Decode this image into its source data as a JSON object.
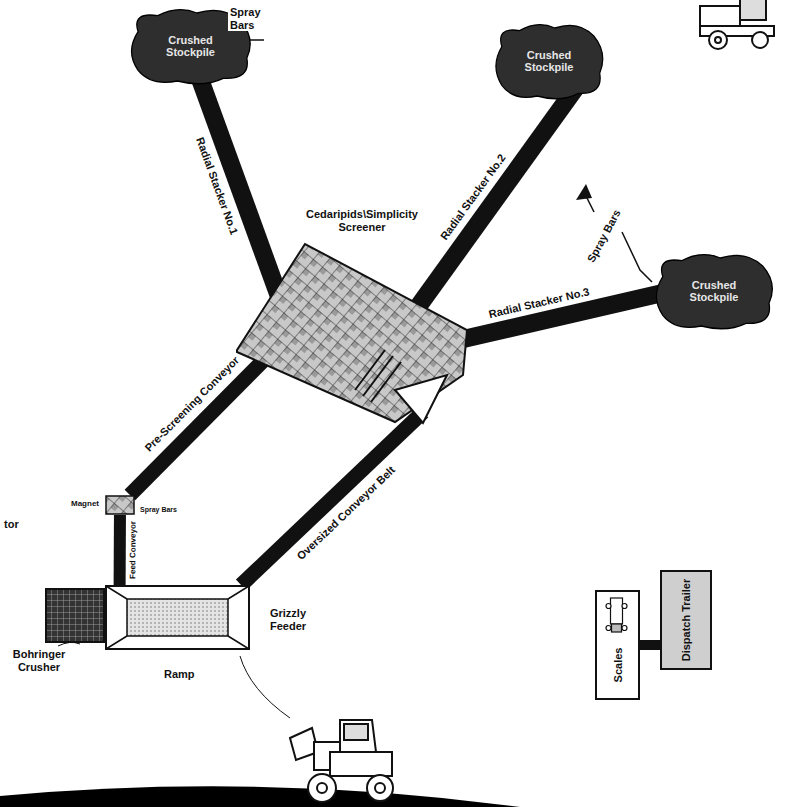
{
  "diagram": {
    "nodes": [
      {
        "text": [
          "Crushed Stockpile"
        ]
      },
      {
        "text": [
          "Crushed Stockpile"
        ]
      },
      {
        "text": [
          "Crushed Stockpile"
        ]
      },
      {
        "text": [
          "Cedaripids\\Simplicity Screener"
        ]
      },
      {
        "text": [
          "Magnet"
        ]
      },
      {
        "text": [
          "Bohringer Crusher"
        ]
      },
      {
        "text": [
          "Grizzly Feeder"
        ]
      },
      {
        "text": [
          "Scales"
        ]
      },
      {
        "text": [
          "Dispatch Trailer"
        ]
      }
    ],
    "edges": [
      {
        "from": 3,
        "to": 0,
        "arrow": "none",
        "label": "Radial Stacker No.1"
      },
      {
        "from": 3,
        "to": 1,
        "arrow": "none",
        "label": "Radial Stacker No.2"
      },
      {
        "from": 3,
        "to": 2,
        "arrow": "none",
        "label": "Radial Stacker No.3"
      },
      {
        "from": 4,
        "to": 3,
        "arrow": "none",
        "label": "Pre-Screening Conveyor"
      },
      {
        "from": 6,
        "to": 4,
        "arrow": "none",
        "label": "Feed Conveyor"
      },
      {
        "from": 3,
        "to": 6,
        "arrow": "none",
        "label": "Oversized Conveyor Belt"
      },
      {
        "from": 7,
        "to": 8,
        "arrow": "none"
      }
    ],
    "labels": [
      "Spray Bars",
      "Spray Bars",
      "Spray Bars",
      "tor",
      "Ramp"
    ]
  }
}
